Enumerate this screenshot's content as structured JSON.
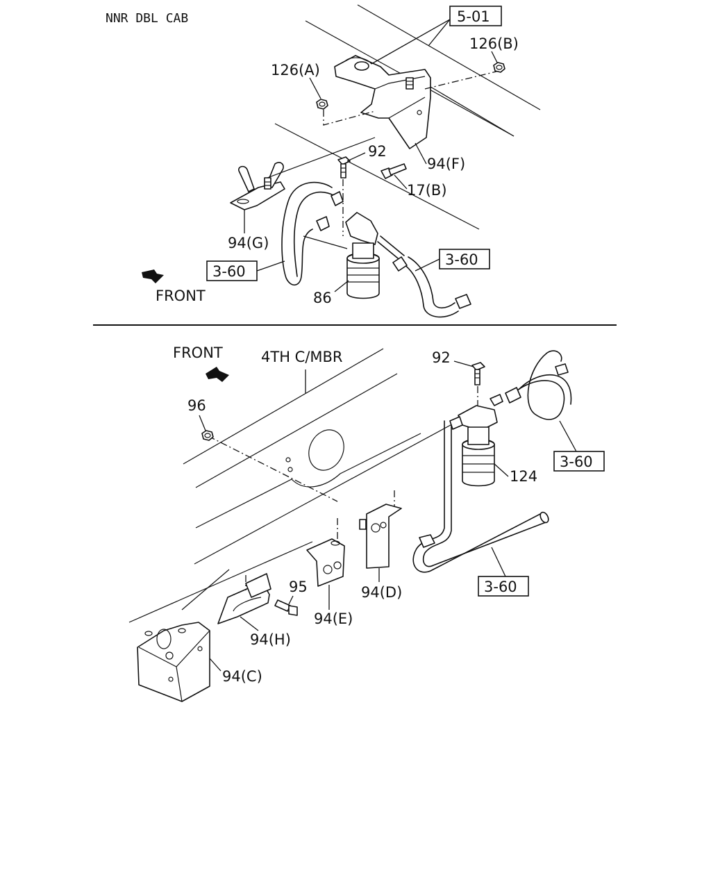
{
  "header": {
    "model": "NNR DBL CAB"
  },
  "top": {
    "ref_5_01": "5-01",
    "ref_3_60_left": "3-60",
    "ref_3_60_right": "3-60",
    "front": "FRONT",
    "labels": {
      "p126a": "126(A)",
      "p126b": "126(B)",
      "p92": "92",
      "p94f": "94(F)",
      "p17b": "17(B)",
      "p94g": "94(G)",
      "p86": "86"
    }
  },
  "bottom": {
    "front": "FRONT",
    "crossmember": "4TH C/MBR",
    "ref_3_60_upper": "3-60",
    "ref_3_60_lower": "3-60",
    "labels": {
      "p92": "92",
      "p96": "96",
      "p124": "124",
      "p95": "95",
      "p94d": "94(D)",
      "p94e": "94(E)",
      "p94h": "94(H)",
      "p94c": "94(C)"
    }
  }
}
